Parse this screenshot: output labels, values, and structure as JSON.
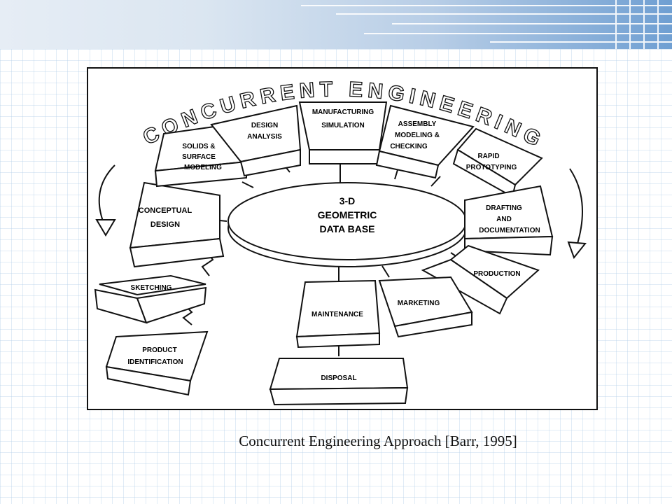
{
  "diagram": {
    "arc_title": "CONCURRENT ENGINEERING",
    "center": {
      "line1": "3-D",
      "line2": "GEOMETRIC",
      "line3": "DATA BASE"
    },
    "blocks": {
      "conceptual": [
        "CONCEPTUAL",
        "DESIGN"
      ],
      "solids": [
        "SOLIDS &",
        "SURFACE",
        "MODELING"
      ],
      "design": [
        "DESIGN",
        "ANALYSIS"
      ],
      "manufacturing": [
        "MANUFACTURING",
        "SIMULATION"
      ],
      "assembly": [
        "ASSEMBLY",
        "MODELING &",
        "CHECKING"
      ],
      "rapid": [
        "RAPID",
        "PROTOTYPING"
      ],
      "drafting": [
        "DRAFTING",
        "AND",
        "DOCUMENTATION"
      ],
      "production": [
        "PRODUCTION"
      ],
      "marketing": [
        "MARKETING"
      ],
      "maintenance": [
        "MAINTENANCE"
      ],
      "disposal": [
        "DISPOSAL"
      ],
      "sketching": [
        "SKETCHING"
      ],
      "product": [
        "PRODUCT",
        "IDENTIFICATION"
      ]
    }
  },
  "caption": "Concurrent Engineering Approach [Barr, 1995]"
}
